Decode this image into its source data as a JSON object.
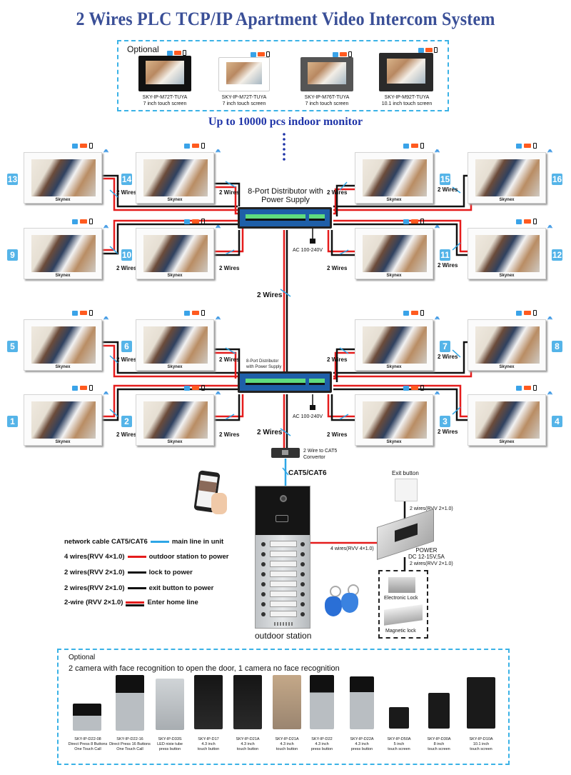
{
  "title": "2 Wires  PLC TCP/IP Apartment Video Intercom System",
  "optional_monitors": {
    "label": "Optional",
    "items": [
      {
        "model": "SKY-IP-M72T-TUYA",
        "desc": "7 inch touch screen",
        "frame": "black"
      },
      {
        "model": "SKY-IP-M72T-TUYA",
        "desc": "7 inch touch screen",
        "frame": "white"
      },
      {
        "model": "SKY-IP-M76T-TUYA",
        "desc": "7 inch touch screen",
        "frame": "gray"
      },
      {
        "model": "SKY-IP-M92T-TUYA",
        "desc": "10.1 inch touch screen",
        "frame": "dark"
      }
    ]
  },
  "subtitle": "Up to 10000 pcs indoor monitor",
  "monitor_brand": "Skynex",
  "monitor_numbers": [
    "13",
    "14",
    "15",
    "16",
    "9",
    "10",
    "11",
    "12",
    "5",
    "6",
    "7",
    "8",
    "1",
    "2",
    "3",
    "4"
  ],
  "wire_label": "2 Wires",
  "distributor_upper": {
    "label_line1": "8-Port Distributor with",
    "label_line2": "Power Supply",
    "ac": "AC 100-240V"
  },
  "distributor_lower": {
    "label_line1": "8-Port Distributor",
    "label_line2": "with Power Supply",
    "ac": "AC 100-240V"
  },
  "convertor": {
    "label_line1": "2 Wire to CAT5",
    "label_line2": "Convertor"
  },
  "cat_label": "CAT5/CAT6",
  "outdoor_label": "outdoor station",
  "exit_button": "Exit button",
  "wires_exit": "2 wires(RVV 2×1.0)",
  "wires_outdoor": "4 wires(RVV 4×1.0)",
  "power": {
    "line1": "POWER",
    "line2": "DC 12-15V,5A"
  },
  "wires_lock": "2 wires(RVV 2×1.0)",
  "locks": {
    "electronic": "Electronic Lock",
    "magnetic": "Magnetic lock"
  },
  "legend": [
    {
      "left": "network cable CAT5/CAT6",
      "right": "main line in unit",
      "color": "#2ea6e6"
    },
    {
      "left": "4 wires(RVV 4×1.0)",
      "right": "outdoor station to power",
      "color": "#e51c1c"
    },
    {
      "left": "2 wires(RVV 2×1.0)",
      "right": "lock to power",
      "color": "#111111"
    },
    {
      "left": "2 wires(RVV 2×1.0)",
      "right": "exit button to power",
      "color": "#111111"
    },
    {
      "left": "2-wire (RVV 2×1.0)",
      "right": "Enter home line",
      "color": "#e51c1c"
    }
  ],
  "optional_outdoor": {
    "label": "Optional",
    "note": "2 camera with face recognition to open the door, 1 camera no face recognition",
    "items": [
      {
        "model": "SKY-IP-D22-08",
        "line2": "Direct Press 8 Buttons",
        "line3": "One Touch Call"
      },
      {
        "model": "SKY-IP-D22-16",
        "line2": "Direct Press 16 Buttons",
        "line3": "One Touch Call"
      },
      {
        "model": "SKY-IP-D33S",
        "line2": "LED nixie tube",
        "line3": "press button"
      },
      {
        "model": "SKY-IP-D17",
        "line2": "4.3 inch",
        "line3": "touch button"
      },
      {
        "model": "SKY-IP-D21A",
        "line2": "4.3 inch",
        "line3": "touch button"
      },
      {
        "model": "SKY-IP-D21A",
        "line2": "4.3 inch",
        "line3": "touch button"
      },
      {
        "model": "SKY-IP-D22",
        "line2": "4.3 inch",
        "line3": "press button"
      },
      {
        "model": "SKY-IP-D22A",
        "line2": "4.3 inch",
        "line3": "press button"
      },
      {
        "model": "SKY-IP-D50A",
        "line2": "5 inch",
        "line3": "touch screen"
      },
      {
        "model": "SKY-IP-D30A",
        "line2": "8 inch",
        "line3": "touch screen"
      },
      {
        "model": "SKY-IP-D10A",
        "line2": "10.1 inch",
        "line3": "touch screen"
      }
    ]
  },
  "colors": {
    "title": "#3a4f97",
    "subtitle": "#1f34a8",
    "dashed": "#3ab2e6",
    "red_wire": "#e51c1c",
    "black_wire": "#111111",
    "cat_wire": "#2ea6e6",
    "number_badge": "#55b4e8"
  }
}
